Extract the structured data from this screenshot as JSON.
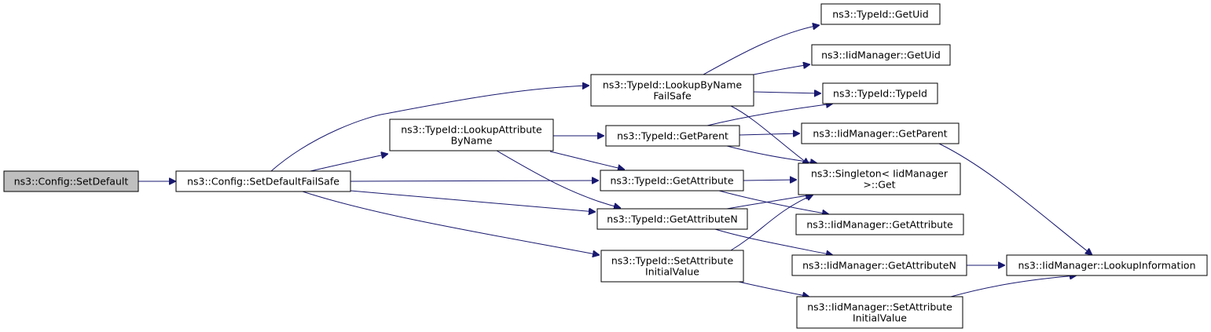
{
  "diagram": {
    "colors": {
      "edge": "#191970",
      "root_fill": "#bfbfbf",
      "node_fill": "#ffffff",
      "border": "#000000"
    },
    "nodes": [
      {
        "id": "config_setdefault",
        "lines": [
          "ns3::Config::SetDefault"
        ],
        "highlight": true
      },
      {
        "id": "config_setdefaultfailsafe",
        "lines": [
          "ns3::Config::SetDefaultFailSafe"
        ]
      },
      {
        "id": "typeid_lookupbynamefailsafe",
        "lines": [
          "ns3::TypeId::LookupByName",
          "FailSafe"
        ]
      },
      {
        "id": "typeid_lookupattributebyname",
        "lines": [
          "ns3::TypeId::LookupAttribute",
          "ByName"
        ]
      },
      {
        "id": "typeid_getattribute",
        "lines": [
          "ns3::TypeId::GetAttribute"
        ]
      },
      {
        "id": "typeid_getattributen",
        "lines": [
          "ns3::TypeId::GetAttributeN"
        ]
      },
      {
        "id": "typeid_setattributeinitialvalue",
        "lines": [
          "ns3::TypeId::SetAttribute",
          "InitialValue"
        ]
      },
      {
        "id": "typeid_getparent",
        "lines": [
          "ns3::TypeId::GetParent"
        ]
      },
      {
        "id": "typeid_getuid",
        "lines": [
          "ns3::TypeId::GetUid"
        ]
      },
      {
        "id": "iidmanager_getuid",
        "lines": [
          "ns3::IidManager::GetUid"
        ]
      },
      {
        "id": "typeid_typeid",
        "lines": [
          "ns3::TypeId::TypeId"
        ]
      },
      {
        "id": "iidmanager_getparent",
        "lines": [
          "ns3::IidManager::GetParent"
        ]
      },
      {
        "id": "singleton_get",
        "lines": [
          "ns3::Singleton< IidManager",
          " >::Get"
        ]
      },
      {
        "id": "iidmanager_getattribute",
        "lines": [
          "ns3::IidManager::GetAttribute"
        ]
      },
      {
        "id": "iidmanager_getattributen",
        "lines": [
          "ns3::IidManager::GetAttributeN"
        ]
      },
      {
        "id": "iidmanager_setattributeinitialvalue",
        "lines": [
          "ns3::IidManager::SetAttribute",
          "InitialValue"
        ]
      },
      {
        "id": "iidmanager_lookupinformation",
        "lines": [
          "ns3::IidManager::LookupInformation"
        ]
      }
    ],
    "edges": [
      {
        "from": "config_setdefault",
        "to": "config_setdefaultfailsafe"
      },
      {
        "from": "config_setdefaultfailsafe",
        "to": "typeid_lookupbynamefailsafe"
      },
      {
        "from": "config_setdefaultfailsafe",
        "to": "typeid_lookupattributebyname"
      },
      {
        "from": "config_setdefaultfailsafe",
        "to": "typeid_getattribute"
      },
      {
        "from": "config_setdefaultfailsafe",
        "to": "typeid_getattributen"
      },
      {
        "from": "config_setdefaultfailsafe",
        "to": "typeid_setattributeinitialvalue"
      },
      {
        "from": "typeid_lookupbynamefailsafe",
        "to": "typeid_getuid"
      },
      {
        "from": "typeid_lookupbynamefailsafe",
        "to": "iidmanager_getuid"
      },
      {
        "from": "typeid_lookupbynamefailsafe",
        "to": "typeid_typeid"
      },
      {
        "from": "typeid_lookupbynamefailsafe",
        "to": "singleton_get"
      },
      {
        "from": "typeid_lookupattributebyname",
        "to": "typeid_getparent"
      },
      {
        "from": "typeid_lookupattributebyname",
        "to": "typeid_getattribute"
      },
      {
        "from": "typeid_lookupattributebyname",
        "to": "typeid_getattributen"
      },
      {
        "from": "typeid_getparent",
        "to": "typeid_typeid"
      },
      {
        "from": "typeid_getparent",
        "to": "iidmanager_getparent"
      },
      {
        "from": "typeid_getparent",
        "to": "singleton_get"
      },
      {
        "from": "typeid_getattribute",
        "to": "singleton_get"
      },
      {
        "from": "typeid_getattribute",
        "to": "iidmanager_getattribute"
      },
      {
        "from": "typeid_getattributen",
        "to": "singleton_get"
      },
      {
        "from": "typeid_getattributen",
        "to": "iidmanager_getattributen"
      },
      {
        "from": "typeid_setattributeinitialvalue",
        "to": "singleton_get"
      },
      {
        "from": "typeid_setattributeinitialvalue",
        "to": "iidmanager_setattributeinitialvalue"
      },
      {
        "from": "iidmanager_getparent",
        "to": "iidmanager_lookupinformation"
      },
      {
        "from": "iidmanager_getattributen",
        "to": "iidmanager_lookupinformation"
      },
      {
        "from": "iidmanager_setattributeinitialvalue",
        "to": "iidmanager_lookupinformation"
      }
    ]
  }
}
